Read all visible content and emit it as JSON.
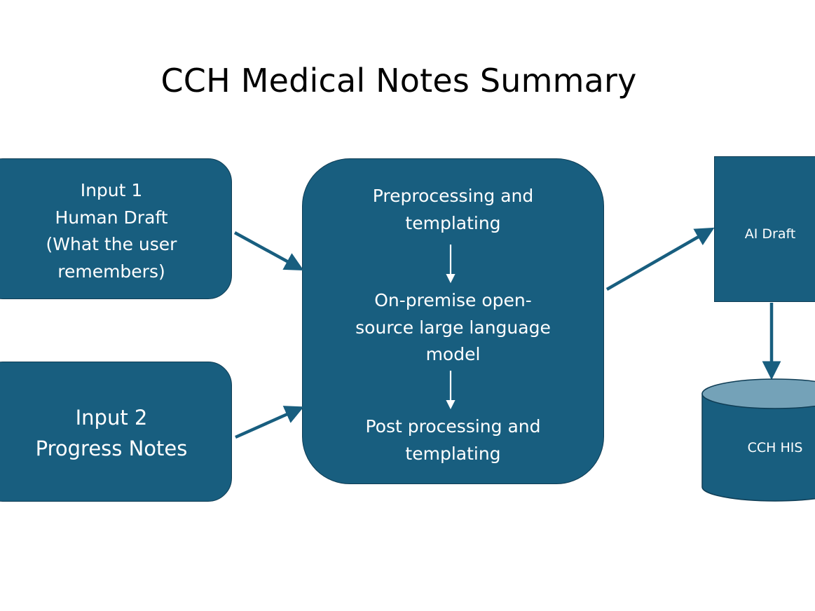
{
  "diagram": {
    "title": "CCH Medical Notes Summary",
    "input1": {
      "lines": [
        "Input 1",
        "Human Draft",
        "(What the user",
        "remembers)"
      ]
    },
    "input2": {
      "lines": [
        "Input 2",
        "Progress Notes"
      ]
    },
    "pipeline": {
      "preprocessing": [
        "Preprocessing and",
        "templating"
      ],
      "llm": [
        "On-premise open-",
        "source large language",
        "model"
      ],
      "postprocessing": [
        "Post processing and",
        "templating"
      ]
    },
    "ai_draft": {
      "label": "AI Draft"
    },
    "his": {
      "label": "CCH HIS"
    },
    "colors": {
      "box_fill": "#185e7f",
      "box_border": "#0f3d55",
      "arrow": "#185e7f",
      "cylinder_top": "#74a2b8",
      "text": "#ffffff"
    }
  }
}
